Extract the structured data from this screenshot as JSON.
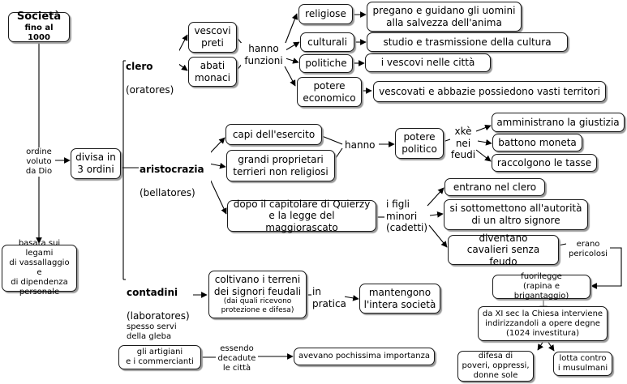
{
  "nodes": {
    "societa_title": "Società",
    "societa_sub": "fino al 1000",
    "vassallaggio": "basata sui legami\ndi vassallaggio e\ndi dipendenza\npersonale",
    "divisa": "divisa in\n3 ordini",
    "vescovi_preti": "vescovi\npreti",
    "abati_monaci": "abati\nmonaci",
    "religiose": "religiose",
    "culturali": "culturali",
    "politiche": "politiche",
    "potere_economico": "potere\neconomico",
    "pregano": "pregano e guidano gli uomini\nalla salvezza dell'anima",
    "studio": "studio e trasmissione della cultura",
    "vescovi_citta": "i vescovi nelle città",
    "vescovati": "vescovati e abbazie possiedono vasti territori",
    "capi_esercito": "capi dell'esercito",
    "grandi_proprietari": "grandi proprietari\nterrieri non religiosi",
    "capitolare": "dopo il capitolare di Quierzy\ne la legge del maggiorascato",
    "potere_politico": "potere\npolitico",
    "giustizia": "amministrano la giustizia",
    "moneta": "battono moneta",
    "tasse": "raccolgono le tasse",
    "entrano_clero": "entrano nel clero",
    "sottomettono": "si sottomettono all'autorità\ndi un altro signore",
    "cavalieri": "diventano\ncavalieri senza feudo",
    "fuorilegge": "fuorilegge\n(rapina e brigantaggio)",
    "chiesa": "da XI sec la Chiesa interviene\nindirizzandoli a opere degne\n(1024 investitura)",
    "difesa": "difesa di\npoveri, oppressi,\ndonne sole",
    "lotta": "lotta contro\ni musulmani",
    "coltivano_main": "coltivano i terreni\ndei signori feudali",
    "coltivano_sub": "(dai quali ricevono\nprotezione e difesa)",
    "mantengono": "mantengono\nl'intera società",
    "artigiani": "gli artigiani\ne i commercianti",
    "pochissima": "avevano pochissima importanza"
  },
  "labels": {
    "ordine_voluto": "ordine\nvoluto\nda Dio",
    "clero_title": "clero",
    "clero_sub": "(oratores)",
    "aristocrazia_title": "aristocrazia",
    "aristocrazia_sub": "(bellatores)",
    "contadini_title": "contadini",
    "contadini_sub": "(laboratores)",
    "contadini_note": "spesso servi\ndella gleba",
    "hanno_funzioni": "hanno\nfunzioni",
    "hanno": "hanno",
    "xke_nei_feudi": "xkè\nnei\nfeudi",
    "figli_minori": "i figli\nminori\n(cadetti)",
    "erano_pericolosi": "erano\npericolosi",
    "in_pratica": "in\npratica",
    "essendo_decadute": "essendo\ndecadute\nle città"
  },
  "colors": {
    "line": "#000000",
    "shadow": "#9a9a9a",
    "border": "#1a1a1a"
  }
}
